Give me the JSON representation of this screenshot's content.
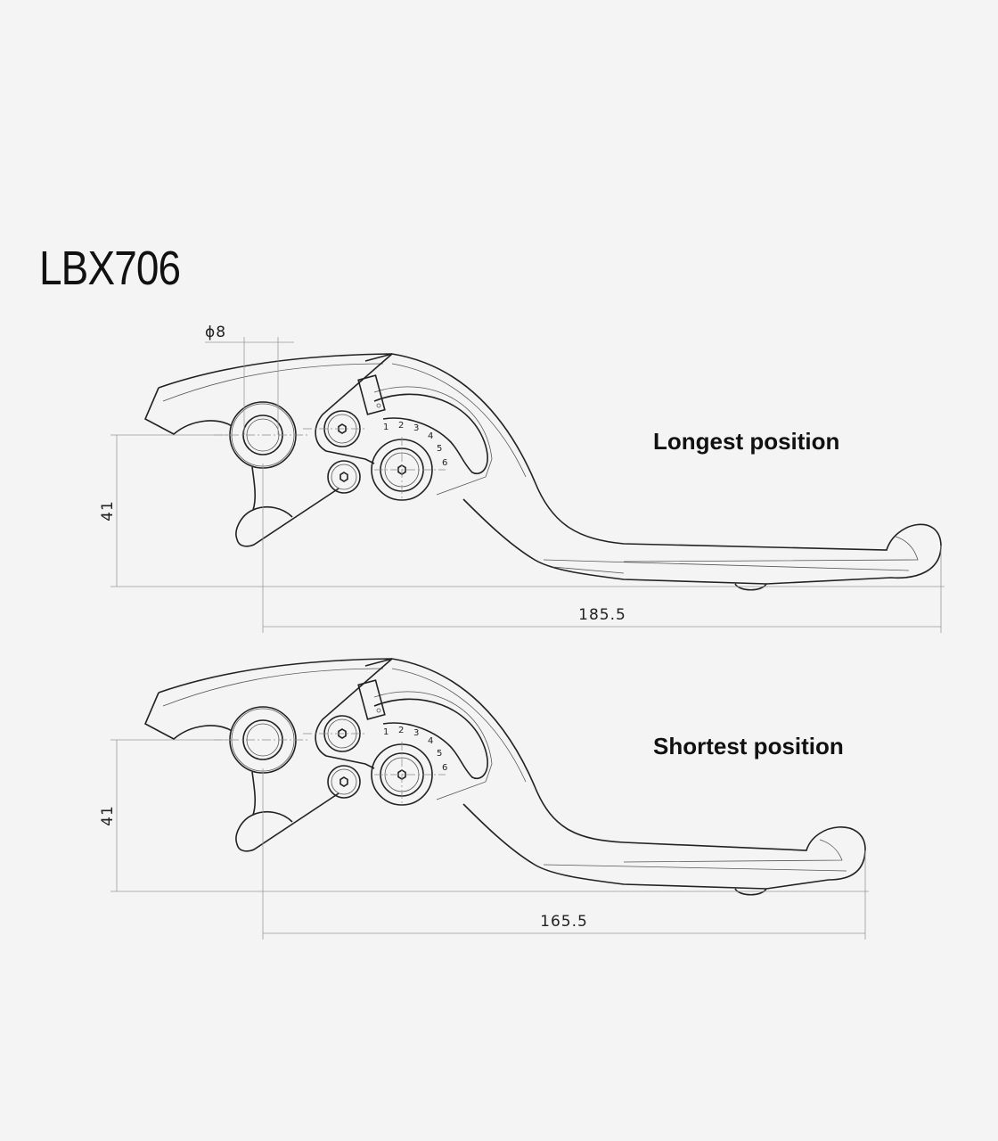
{
  "title": "LBX706",
  "levers": [
    {
      "label": "Longest position",
      "height_dim": "41",
      "length_dim": "185.5",
      "diameter_dim": "ϕ8"
    },
    {
      "label": "Shortest position",
      "height_dim": "41",
      "length_dim": "165.5"
    }
  ],
  "dial_numbers": [
    "1",
    "2",
    "3",
    "4",
    "5",
    "6"
  ]
}
